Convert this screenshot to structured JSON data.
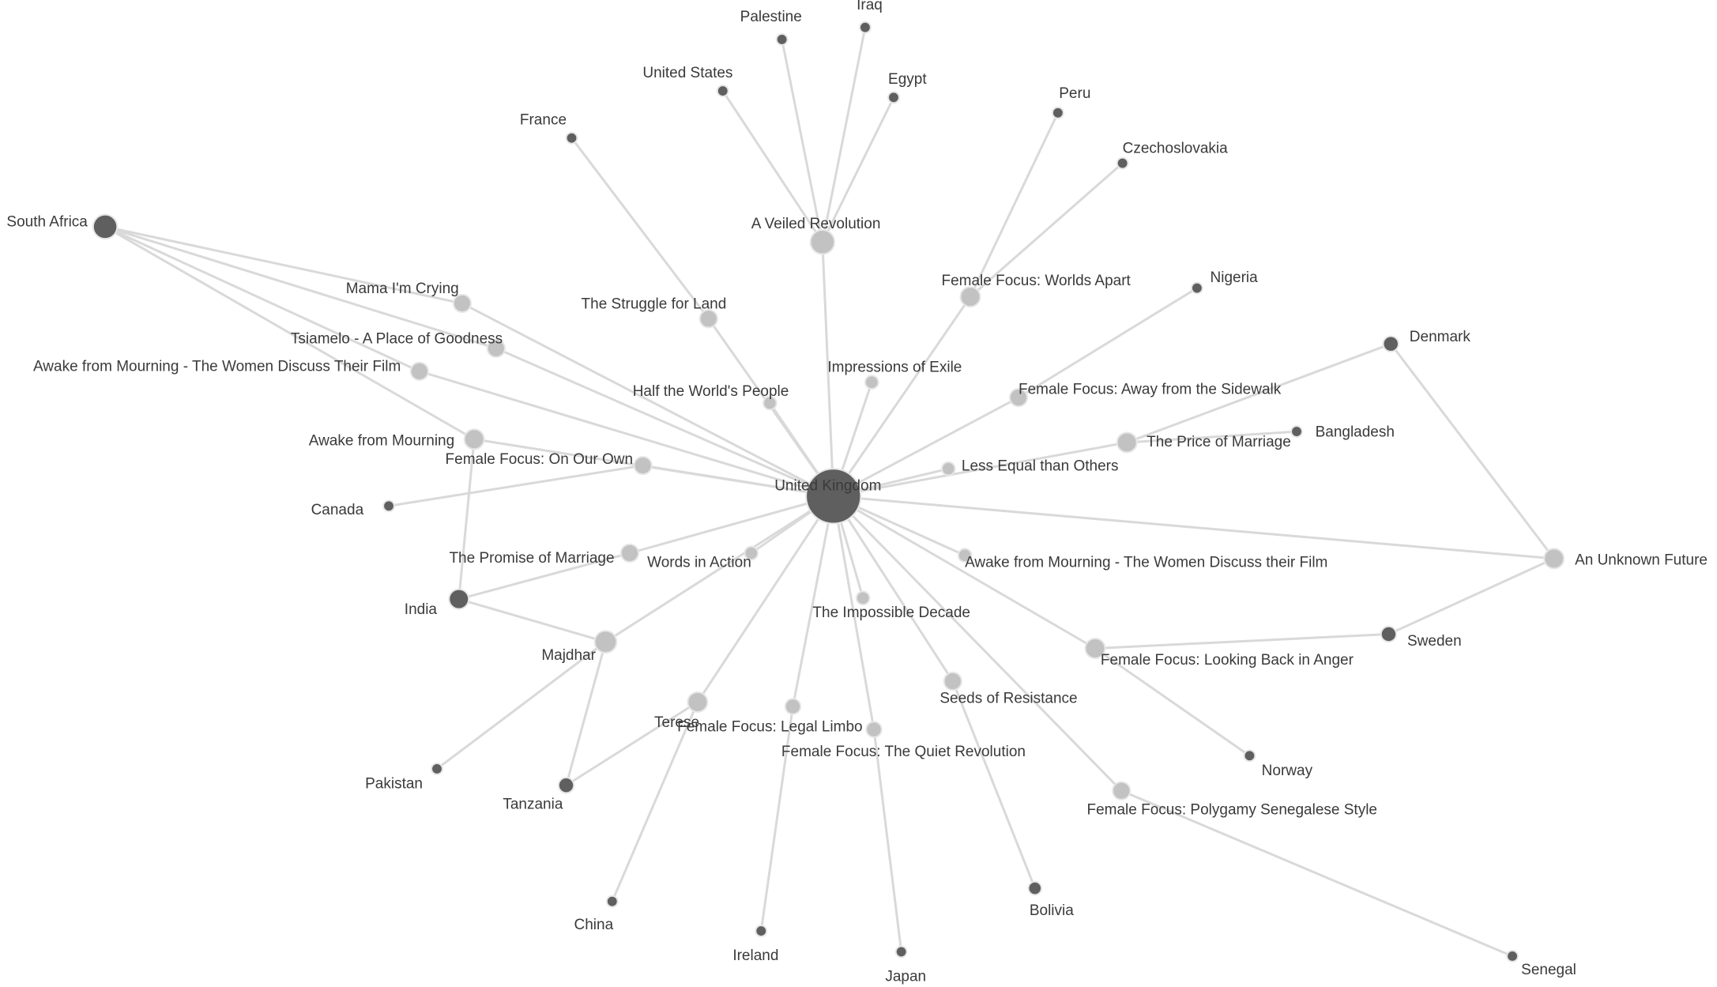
{
  "colors": {
    "edge": "#d9d9d9",
    "film_node": "#c2c2c2",
    "country_node": "#5f5f5f",
    "label": "#3a3a3a"
  },
  "nodes": [
    {
      "id": "uk",
      "label": "United Kingdom",
      "kind": "country"
    },
    {
      "id": "south_africa",
      "label": "South Africa",
      "kind": "country"
    },
    {
      "id": "india",
      "label": "India",
      "kind": "country"
    },
    {
      "id": "tanzania",
      "label": "Tanzania",
      "kind": "country"
    },
    {
      "id": "pakistan",
      "label": "Pakistan",
      "kind": "country"
    },
    {
      "id": "canada",
      "label": "Canada",
      "kind": "country"
    },
    {
      "id": "china",
      "label": "China",
      "kind": "country"
    },
    {
      "id": "ireland",
      "label": "Ireland",
      "kind": "country"
    },
    {
      "id": "japan",
      "label": "Japan",
      "kind": "country"
    },
    {
      "id": "bolivia",
      "label": "Bolivia",
      "kind": "country"
    },
    {
      "id": "senegal",
      "label": "Senegal",
      "kind": "country"
    },
    {
      "id": "norway",
      "label": "Norway",
      "kind": "country"
    },
    {
      "id": "sweden",
      "label": "Sweden",
      "kind": "country"
    },
    {
      "id": "denmark",
      "label": "Denmark",
      "kind": "country"
    },
    {
      "id": "bangladesh",
      "label": "Bangladesh",
      "kind": "country"
    },
    {
      "id": "nigeria",
      "label": "Nigeria",
      "kind": "country"
    },
    {
      "id": "czechoslovakia",
      "label": "Czechoslovakia",
      "kind": "country"
    },
    {
      "id": "peru",
      "label": "Peru",
      "kind": "country"
    },
    {
      "id": "egypt",
      "label": "Egypt",
      "kind": "country"
    },
    {
      "id": "iraq",
      "label": "Iraq",
      "kind": "country"
    },
    {
      "id": "palestine",
      "label": "Palestine",
      "kind": "country"
    },
    {
      "id": "united_states",
      "label": "United States",
      "kind": "country"
    },
    {
      "id": "france",
      "label": "France",
      "kind": "country"
    },
    {
      "id": "veiled",
      "label": "A Veiled Revolution",
      "kind": "film"
    },
    {
      "id": "struggle",
      "label": "The Struggle for Land",
      "kind": "film"
    },
    {
      "id": "worlds_apart",
      "label": "Female Focus: Worlds Apart",
      "kind": "film"
    },
    {
      "id": "mama",
      "label": "Mama I'm Crying",
      "kind": "film"
    },
    {
      "id": "tsiamelo",
      "label": "Tsiamelo - A Place of Goodness",
      "kind": "film"
    },
    {
      "id": "awake_discuss_cap",
      "label": "Awake from Mourning - The Women Discuss Their Film",
      "kind": "film"
    },
    {
      "id": "half_world",
      "label": "Half the World's People",
      "kind": "film"
    },
    {
      "id": "impressions",
      "label": "Impressions of Exile",
      "kind": "film"
    },
    {
      "id": "sidewalk",
      "label": "Female Focus: Away from the Sidewalk",
      "kind": "film"
    },
    {
      "id": "awake",
      "label": "Awake from Mourning",
      "kind": "film"
    },
    {
      "id": "on_our_own",
      "label": "Female Focus: On Our Own",
      "kind": "film"
    },
    {
      "id": "price_marriage",
      "label": "The Price of Marriage",
      "kind": "film"
    },
    {
      "id": "less_equal",
      "label": "Less Equal than Others",
      "kind": "film"
    },
    {
      "id": "promise",
      "label": "The Promise of Marriage",
      "kind": "film"
    },
    {
      "id": "words_action",
      "label": "Words in Action",
      "kind": "film"
    },
    {
      "id": "awake_discuss_low",
      "label": "Awake from Mourning - The Women Discuss their Film",
      "kind": "film"
    },
    {
      "id": "unknown_future",
      "label": "An Unknown Future",
      "kind": "film"
    },
    {
      "id": "impossible",
      "label": "The Impossible Decade",
      "kind": "film"
    },
    {
      "id": "majdhar",
      "label": "Majdhar",
      "kind": "film"
    },
    {
      "id": "looking_back",
      "label": "Female Focus: Looking Back in Anger",
      "kind": "film"
    },
    {
      "id": "terese",
      "label": "Terese",
      "kind": "film"
    },
    {
      "id": "legal_limbo",
      "label": "Female Focus: Legal Limbo",
      "kind": "film"
    },
    {
      "id": "quiet_rev",
      "label": "Female Focus: The Quiet Revolution",
      "kind": "film"
    },
    {
      "id": "seeds",
      "label": "Seeds of Resistance",
      "kind": "film"
    },
    {
      "id": "polygamy",
      "label": "Female Focus: Polygamy Senegalese Style",
      "kind": "film"
    }
  ],
  "edges": [
    [
      "uk",
      "veiled"
    ],
    [
      "uk",
      "struggle"
    ],
    [
      "uk",
      "worlds_apart"
    ],
    [
      "uk",
      "mama"
    ],
    [
      "uk",
      "tsiamelo"
    ],
    [
      "uk",
      "awake_discuss_cap"
    ],
    [
      "uk",
      "half_world"
    ],
    [
      "uk",
      "impressions"
    ],
    [
      "uk",
      "sidewalk"
    ],
    [
      "uk",
      "on_our_own"
    ],
    [
      "uk",
      "price_marriage"
    ],
    [
      "uk",
      "less_equal"
    ],
    [
      "uk",
      "promise"
    ],
    [
      "uk",
      "words_action"
    ],
    [
      "uk",
      "awake_discuss_low"
    ],
    [
      "uk",
      "unknown_future"
    ],
    [
      "uk",
      "impossible"
    ],
    [
      "uk",
      "majdhar"
    ],
    [
      "uk",
      "looking_back"
    ],
    [
      "uk",
      "terese"
    ],
    [
      "uk",
      "legal_limbo"
    ],
    [
      "uk",
      "quiet_rev"
    ],
    [
      "uk",
      "seeds"
    ],
    [
      "uk",
      "polygamy"
    ],
    [
      "uk",
      "awake"
    ],
    [
      "veiled",
      "palestine"
    ],
    [
      "veiled",
      "iraq"
    ],
    [
      "veiled",
      "egypt"
    ],
    [
      "veiled",
      "united_states"
    ],
    [
      "struggle",
      "france"
    ],
    [
      "worlds_apart",
      "peru"
    ],
    [
      "worlds_apart",
      "czechoslovakia"
    ],
    [
      "sidewalk",
      "nigeria"
    ],
    [
      "price_marriage",
      "denmark"
    ],
    [
      "price_marriage",
      "bangladesh"
    ],
    [
      "unknown_future",
      "denmark"
    ],
    [
      "unknown_future",
      "sweden"
    ],
    [
      "looking_back",
      "sweden"
    ],
    [
      "looking_back",
      "norway"
    ],
    [
      "polygamy",
      "senegal"
    ],
    [
      "seeds",
      "bolivia"
    ],
    [
      "quiet_rev",
      "japan"
    ],
    [
      "legal_limbo",
      "ireland"
    ],
    [
      "terese",
      "china"
    ],
    [
      "terese",
      "tanzania"
    ],
    [
      "majdhar",
      "pakistan"
    ],
    [
      "majdhar",
      "india"
    ],
    [
      "majdhar",
      "tanzania"
    ],
    [
      "promise",
      "india"
    ],
    [
      "awake",
      "india"
    ],
    [
      "on_our_own",
      "canada"
    ],
    [
      "south_africa",
      "mama"
    ],
    [
      "south_africa",
      "tsiamelo"
    ],
    [
      "south_africa",
      "awake_discuss_cap"
    ],
    [
      "south_africa",
      "awake"
    ]
  ]
}
